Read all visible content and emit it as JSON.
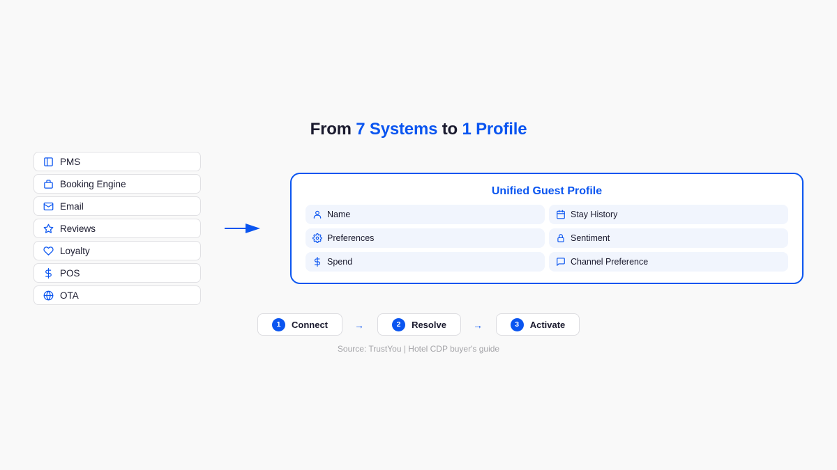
{
  "title": {
    "prefix": "From ",
    "highlight1": "7 Systems",
    "middle": " to ",
    "highlight2": "1 Profile"
  },
  "sources": [
    {
      "label": "PMS",
      "icon": "sidebar-panel-icon"
    },
    {
      "label": "Booking Engine",
      "icon": "briefcase-icon"
    },
    {
      "label": "Email",
      "icon": "mail-icon"
    },
    {
      "label": "Reviews",
      "icon": "star-icon"
    },
    {
      "label": "Loyalty",
      "icon": "heart-icon"
    },
    {
      "label": "POS",
      "icon": "dollar-icon"
    },
    {
      "label": "OTA",
      "icon": "globe-icon"
    }
  ],
  "profile": {
    "title": "Unified Guest Profile",
    "fields": [
      {
        "label": "Name",
        "icon": "user-icon"
      },
      {
        "label": "Stay History",
        "icon": "calendar-icon"
      },
      {
        "label": "Preferences",
        "icon": "gear-icon"
      },
      {
        "label": "Sentiment",
        "icon": "lock-icon"
      },
      {
        "label": "Spend",
        "icon": "dollar-icon"
      },
      {
        "label": "Channel Preference",
        "icon": "message-icon"
      }
    ]
  },
  "steps": [
    {
      "number": "1",
      "label": "Connect"
    },
    {
      "number": "2",
      "label": "Resolve"
    },
    {
      "number": "3",
      "label": "Activate"
    }
  ],
  "source_note": "Source: TrustYou | Hotel CDP buyer's guide",
  "colors": {
    "accent": "#0a55f0",
    "text": "#1a1a2e",
    "background": "#f9f9f9",
    "cell_bg": "#f1f5fd"
  }
}
